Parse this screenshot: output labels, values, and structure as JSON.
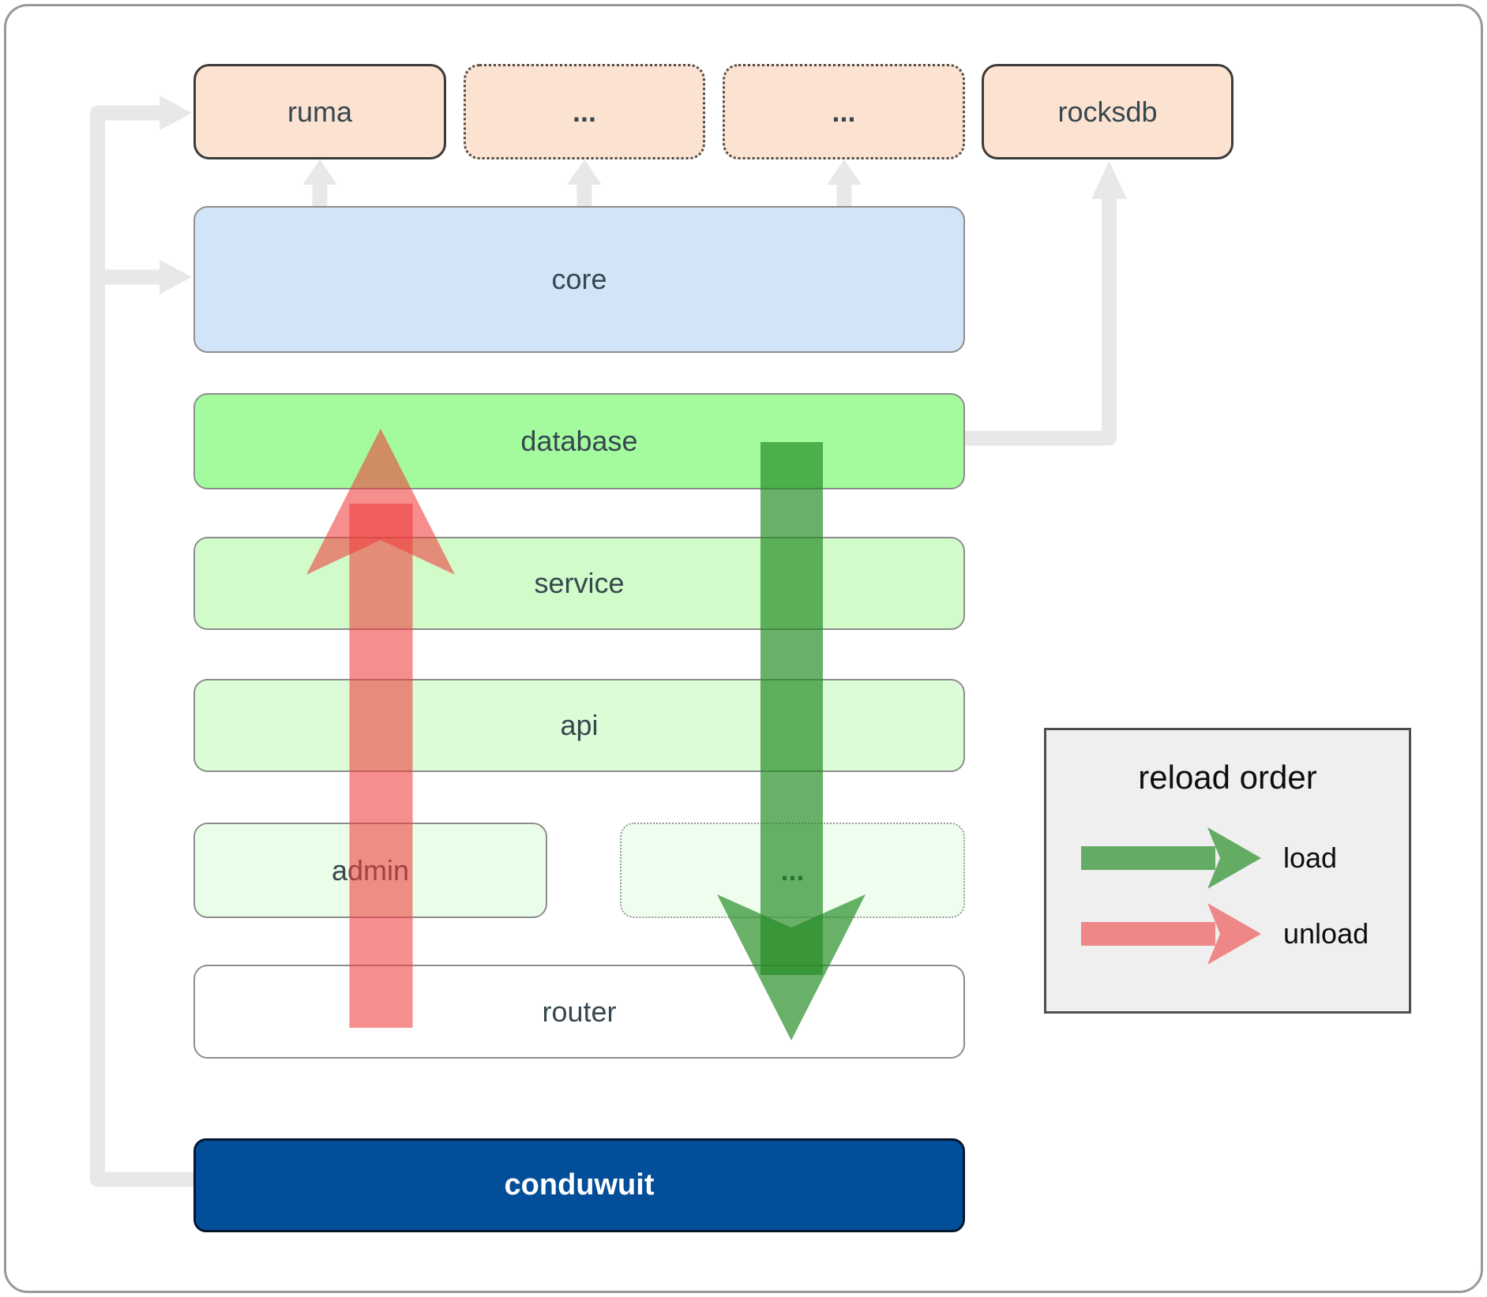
{
  "nodes": {
    "ruma": {
      "label": "ruma"
    },
    "top_ellipsis_1": {
      "label": "..."
    },
    "top_ellipsis_2": {
      "label": "..."
    },
    "rocksdb": {
      "label": "rocksdb"
    },
    "core": {
      "label": "core"
    },
    "database": {
      "label": "database"
    },
    "service": {
      "label": "service"
    },
    "api": {
      "label": "api"
    },
    "admin": {
      "label": "admin"
    },
    "mid_ellipsis": {
      "label": "..."
    },
    "router": {
      "label": "router"
    },
    "conduwuit": {
      "label": "conduwuit"
    }
  },
  "legend": {
    "title": "reload order",
    "items": [
      {
        "label": "load",
        "color": "#228b22"
      },
      {
        "label": "unload",
        "color": "#f03c3c"
      }
    ]
  },
  "colors": {
    "load_green": "#228b22",
    "unload_red": "#f03c3c",
    "connector_gray": "#e8e8e8",
    "module_peach": "#fce3d1",
    "core_blue": "#d2e4f8",
    "database_green": "#a3fb9e",
    "service_green": "#d1fbc9",
    "api_green": "#dcfbd7",
    "admin_green": "#eafde8",
    "router_white": "#ffffff",
    "conduwuit_navy": "#024e98"
  }
}
